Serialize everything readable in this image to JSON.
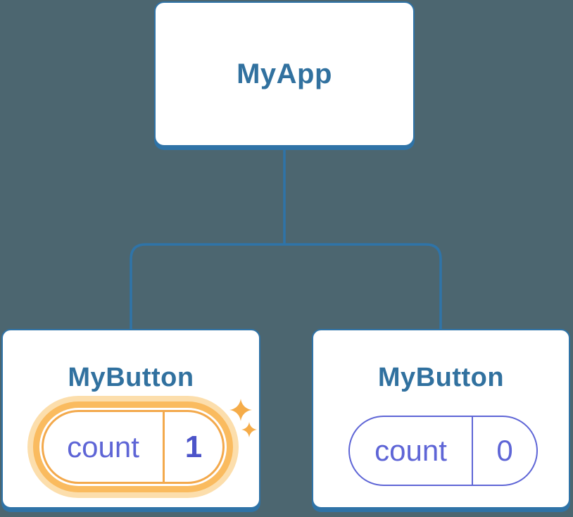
{
  "diagram": {
    "type": "component-tree",
    "root": {
      "title": "MyApp"
    },
    "children": [
      {
        "title": "MyButton",
        "state_key": "count",
        "state_value": "1",
        "highlighted": true,
        "icons": [
          "sparkle-icon",
          "sparkle-icon"
        ]
      },
      {
        "title": "MyButton",
        "state_key": "count",
        "state_value": "0",
        "highlighted": false,
        "icons": []
      }
    ]
  },
  "colors": {
    "background": "#4C6670",
    "node_fill": "#FFFFFF",
    "node_border": "#2F73A7",
    "connector": "#2F74A8",
    "title_text": "#31719F",
    "state_purple": "#5E65D6",
    "state_value_bold": "#4C54C9",
    "highlight_orange": "#F3A94C",
    "highlight_ring": "#FABB5F",
    "highlight_halo": "#FCDEAC",
    "sparkle": "#F5AC49"
  }
}
